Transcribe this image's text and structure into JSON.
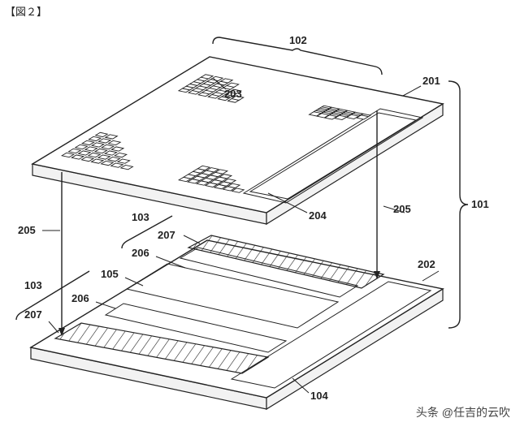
{
  "figure_label": "【図２】",
  "watermark": "头条 @任吉的云吹",
  "labels": {
    "l102": "102",
    "l201": "201",
    "l203": "203",
    "l204": "204",
    "l205a": "205",
    "l205b": "205",
    "l101": "101",
    "l103a": "103",
    "l103b": "103",
    "l207a": "207",
    "l207b": "207",
    "l206a": "206",
    "l206b": "206",
    "l105": "105",
    "l202": "202",
    "l104": "104"
  }
}
